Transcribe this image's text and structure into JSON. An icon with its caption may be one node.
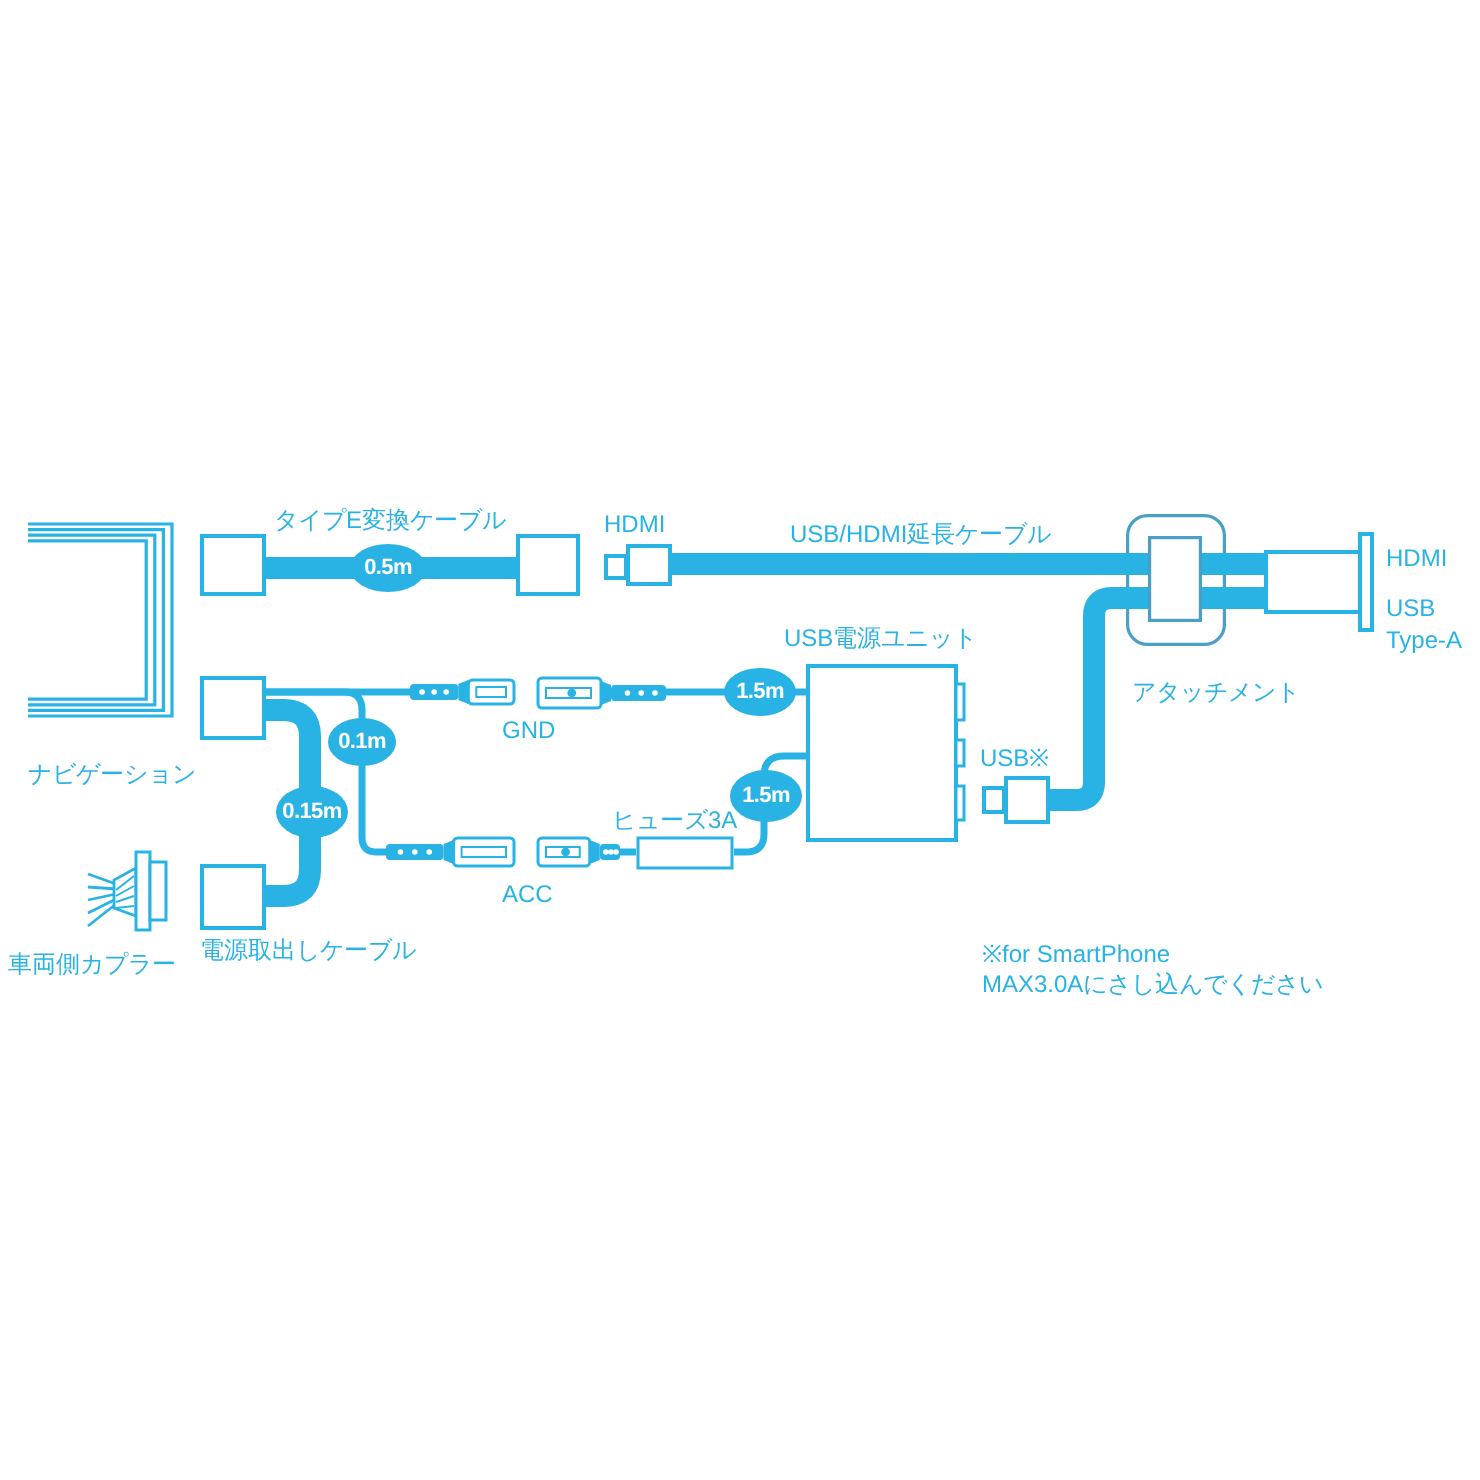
{
  "diagram": {
    "nodes": [
      {
        "text": [
          "ナビゲーション"
        ]
      },
      {
        "text": [],
        "shape": "box"
      },
      {
        "text": [],
        "shape": "box"
      },
      {
        "text": [
          "HDMI"
        ]
      },
      {
        "text": [
          "アタッチメント"
        ]
      },
      {
        "text": [
          "HDMI",
          "USB Type-A"
        ]
      },
      {
        "text": [],
        "shape": "box"
      },
      {
        "text": [],
        "shape": "plug"
      },
      {
        "text": [],
        "shape": "plug"
      },
      {
        "text": [
          "USB電源ユニット"
        ]
      },
      {
        "text": [
          "USB※"
        ]
      },
      {
        "text": [],
        "shape": "plug"
      },
      {
        "text": [],
        "shape": "plug"
      },
      {
        "text": [
          "ヒューズ3A"
        ]
      },
      {
        "text": [],
        "shape": "box"
      },
      {
        "text": [
          "車両側カプラー"
        ]
      }
    ],
    "edges": [
      {
        "from": 1,
        "to": 2,
        "arrow": "none",
        "label": "0.5m"
      },
      {
        "from": 3,
        "to": 4,
        "arrow": "none"
      },
      {
        "from": 4,
        "to": 5,
        "arrow": "none"
      },
      {
        "from": 10,
        "to": 4,
        "arrow": "none"
      },
      {
        "from": 4,
        "to": 5,
        "arrow": "none"
      },
      {
        "from": 6,
        "to": 7,
        "arrow": "none"
      },
      {
        "from": 6,
        "to": 14,
        "arrow": "none",
        "label": "0.15m"
      },
      {
        "from": 6,
        "to": 11,
        "arrow": "none",
        "label": "0.1m"
      },
      {
        "from": 8,
        "to": 9,
        "arrow": "none",
        "label": "1.5m"
      },
      {
        "from": 12,
        "to": 13,
        "arrow": "none"
      },
      {
        "from": 13,
        "to": 9,
        "arrow": "none",
        "label": "1.5m"
      }
    ],
    "labels": [
      "タイプE変換ケーブル",
      "USB/HDMI延長ケーブル",
      "GND",
      "ACC",
      "電源取出しケーブル",
      "※for SmartPhone",
      "MAX3.0Aにさし込んでください"
    ]
  }
}
